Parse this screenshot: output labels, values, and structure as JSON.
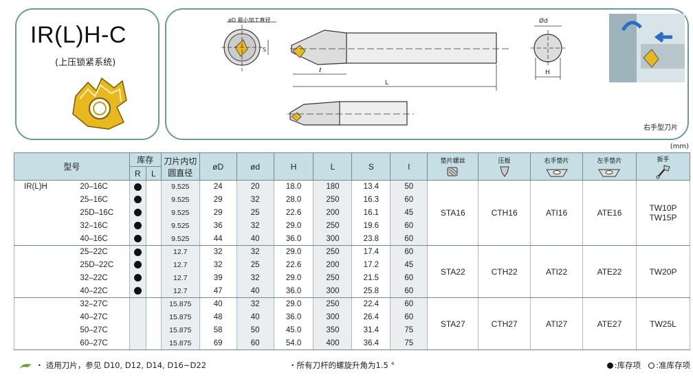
{
  "header": {
    "title": "IR(L)H-C",
    "subtitle": "(上压锁紧系统)"
  },
  "drawing": {
    "dmin_label": "øD 最小加工直径",
    "s_label": "S",
    "l_small": "ℓ",
    "L_label": "L",
    "d_label": "Ød",
    "H_label": "H",
    "right_hand": "右手型刀片"
  },
  "unit": "(mm)",
  "table": {
    "headers": {
      "model": "型号",
      "stock": "库存",
      "R": "R",
      "L": "L",
      "insert_dia_1": "刀片内切",
      "insert_dia_2": "圆直径",
      "D": "øD",
      "d": "ød",
      "H": "H",
      "Lc": "L",
      "S": "S",
      "l": "l",
      "screw": "垫片螺丝",
      "clamp": "压板",
      "right_shim": "右手垫片",
      "left_shim": "左手垫片",
      "wrench": "扳手"
    },
    "prefix": "IR(L)H",
    "groups": [
      {
        "accessories": {
          "screw": "STA16",
          "clamp": "CTH16",
          "right_shim": "ATI16",
          "left_shim": "ATE16",
          "wrench1": "TW10P",
          "wrench2": "TW15P"
        },
        "rows": [
          {
            "model": "20–16C",
            "stock": true,
            "ic": "9.525",
            "D": "24",
            "d": "20",
            "H": "18.0",
            "L": "180",
            "S": "13.4",
            "l": "50"
          },
          {
            "model": "25–16C",
            "stock": true,
            "ic": "9.525",
            "D": "29",
            "d": "32",
            "H": "28.0",
            "L": "250",
            "S": "16.3",
            "l": "60"
          },
          {
            "model": "25D–16C",
            "stock": true,
            "ic": "9.525",
            "D": "29",
            "d": "25",
            "H": "22.6",
            "L": "200",
            "S": "16.1",
            "l": "45"
          },
          {
            "model": "32–16C",
            "stock": true,
            "ic": "9.525",
            "D": "36",
            "d": "32",
            "H": "29.0",
            "L": "250",
            "S": "19.6",
            "l": "60"
          },
          {
            "model": "40–16C",
            "stock": true,
            "ic": "9.525",
            "D": "44",
            "d": "40",
            "H": "36.0",
            "L": "300",
            "S": "23.8",
            "l": "60"
          }
        ]
      },
      {
        "accessories": {
          "screw": "STA22",
          "clamp": "CTH22",
          "right_shim": "ATI22",
          "left_shim": "ATE22",
          "wrench1": "TW20P",
          "wrench2": ""
        },
        "rows": [
          {
            "model": "25–22C",
            "stock": true,
            "ic": "12.7",
            "D": "32",
            "d": "32",
            "H": "29.0",
            "L": "250",
            "S": "17.4",
            "l": "60"
          },
          {
            "model": "25D–22C",
            "stock": true,
            "ic": "12.7",
            "D": "32",
            "d": "25",
            "H": "22.6",
            "L": "200",
            "S": "17.2",
            "l": "45"
          },
          {
            "model": "32–22C",
            "stock": true,
            "ic": "12.7",
            "D": "39",
            "d": "32",
            "H": "29.0",
            "L": "250",
            "S": "21.5",
            "l": "60"
          },
          {
            "model": "40–22C",
            "stock": true,
            "ic": "12.7",
            "D": "47",
            "d": "40",
            "H": "36.0",
            "L": "300",
            "S": "25.8",
            "l": "60"
          }
        ]
      },
      {
        "accessories": {
          "screw": "STA27",
          "clamp": "CTH27",
          "right_shim": "ATI27",
          "left_shim": "ATE27",
          "wrench1": "TW25L",
          "wrench2": ""
        },
        "rows": [
          {
            "model": "32–27C",
            "stock": false,
            "ic": "15.875",
            "D": "40",
            "d": "32",
            "H": "29.0",
            "L": "250",
            "S": "22.4",
            "l": "60"
          },
          {
            "model": "40–27C",
            "stock": false,
            "ic": "15.875",
            "D": "48",
            "d": "40",
            "H": "36.0",
            "L": "300",
            "S": "26.4",
            "l": "60"
          },
          {
            "model": "50–27C",
            "stock": false,
            "ic": "15.875",
            "D": "58",
            "d": "50",
            "H": "45.0",
            "L": "350",
            "S": "31.4",
            "l": "75"
          },
          {
            "model": "60–27C",
            "stock": false,
            "ic": "15.875",
            "D": "69",
            "d": "60",
            "H": "54.0",
            "L": "400",
            "S": "36.4",
            "l": "75"
          }
        ]
      }
    ]
  },
  "footer": {
    "note1": "・ 适用刀片，参见 D10, D12, D14, D16~D22",
    "note2": "・所有刀杆的螺旋升角为1.5 °",
    "legend_stock": ":库存项",
    "legend_standard": ":准库存项"
  },
  "colors": {
    "frame": "#6a9a9e",
    "header_bg": "#c6dfe5",
    "insert_yellow": "#e8b820"
  }
}
